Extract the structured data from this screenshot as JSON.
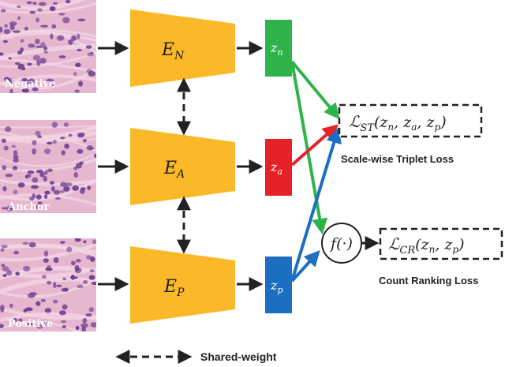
{
  "colors": {
    "encoder": "#FBB829",
    "z_negative": "#2EB34A",
    "z_anchor": "#E52228",
    "z_positive": "#1C6FC0",
    "arrow": "#222222",
    "tissue_bg": "#E7B6CF",
    "tissue_nucleus": "#6A3C8E"
  },
  "patches": [
    {
      "label": "Negative",
      "texture": "histology-patch"
    },
    {
      "label": "Anchor",
      "texture": "histology-patch"
    },
    {
      "label": "Positive",
      "texture": "histology-patch"
    }
  ],
  "encoders": [
    {
      "symbol": "E",
      "sub": "N"
    },
    {
      "symbol": "E",
      "sub": "A"
    },
    {
      "symbol": "E",
      "sub": "P"
    }
  ],
  "embeddings": [
    {
      "symbol": "z",
      "sub": "n"
    },
    {
      "symbol": "z",
      "sub": "a"
    },
    {
      "symbol": "z",
      "sub": "p"
    }
  ],
  "losses": {
    "triplet": {
      "expr_main": "ℒ",
      "expr_sub": "ST",
      "expr_args": "(z",
      "caption": "Scale-wise Triplet Loss"
    },
    "ranking": {
      "func": "f(·)",
      "expr_main": "ℒ",
      "expr_sub": "CR",
      "caption": "Count Ranking Loss"
    }
  },
  "legend": {
    "label": "Shared-weight"
  }
}
